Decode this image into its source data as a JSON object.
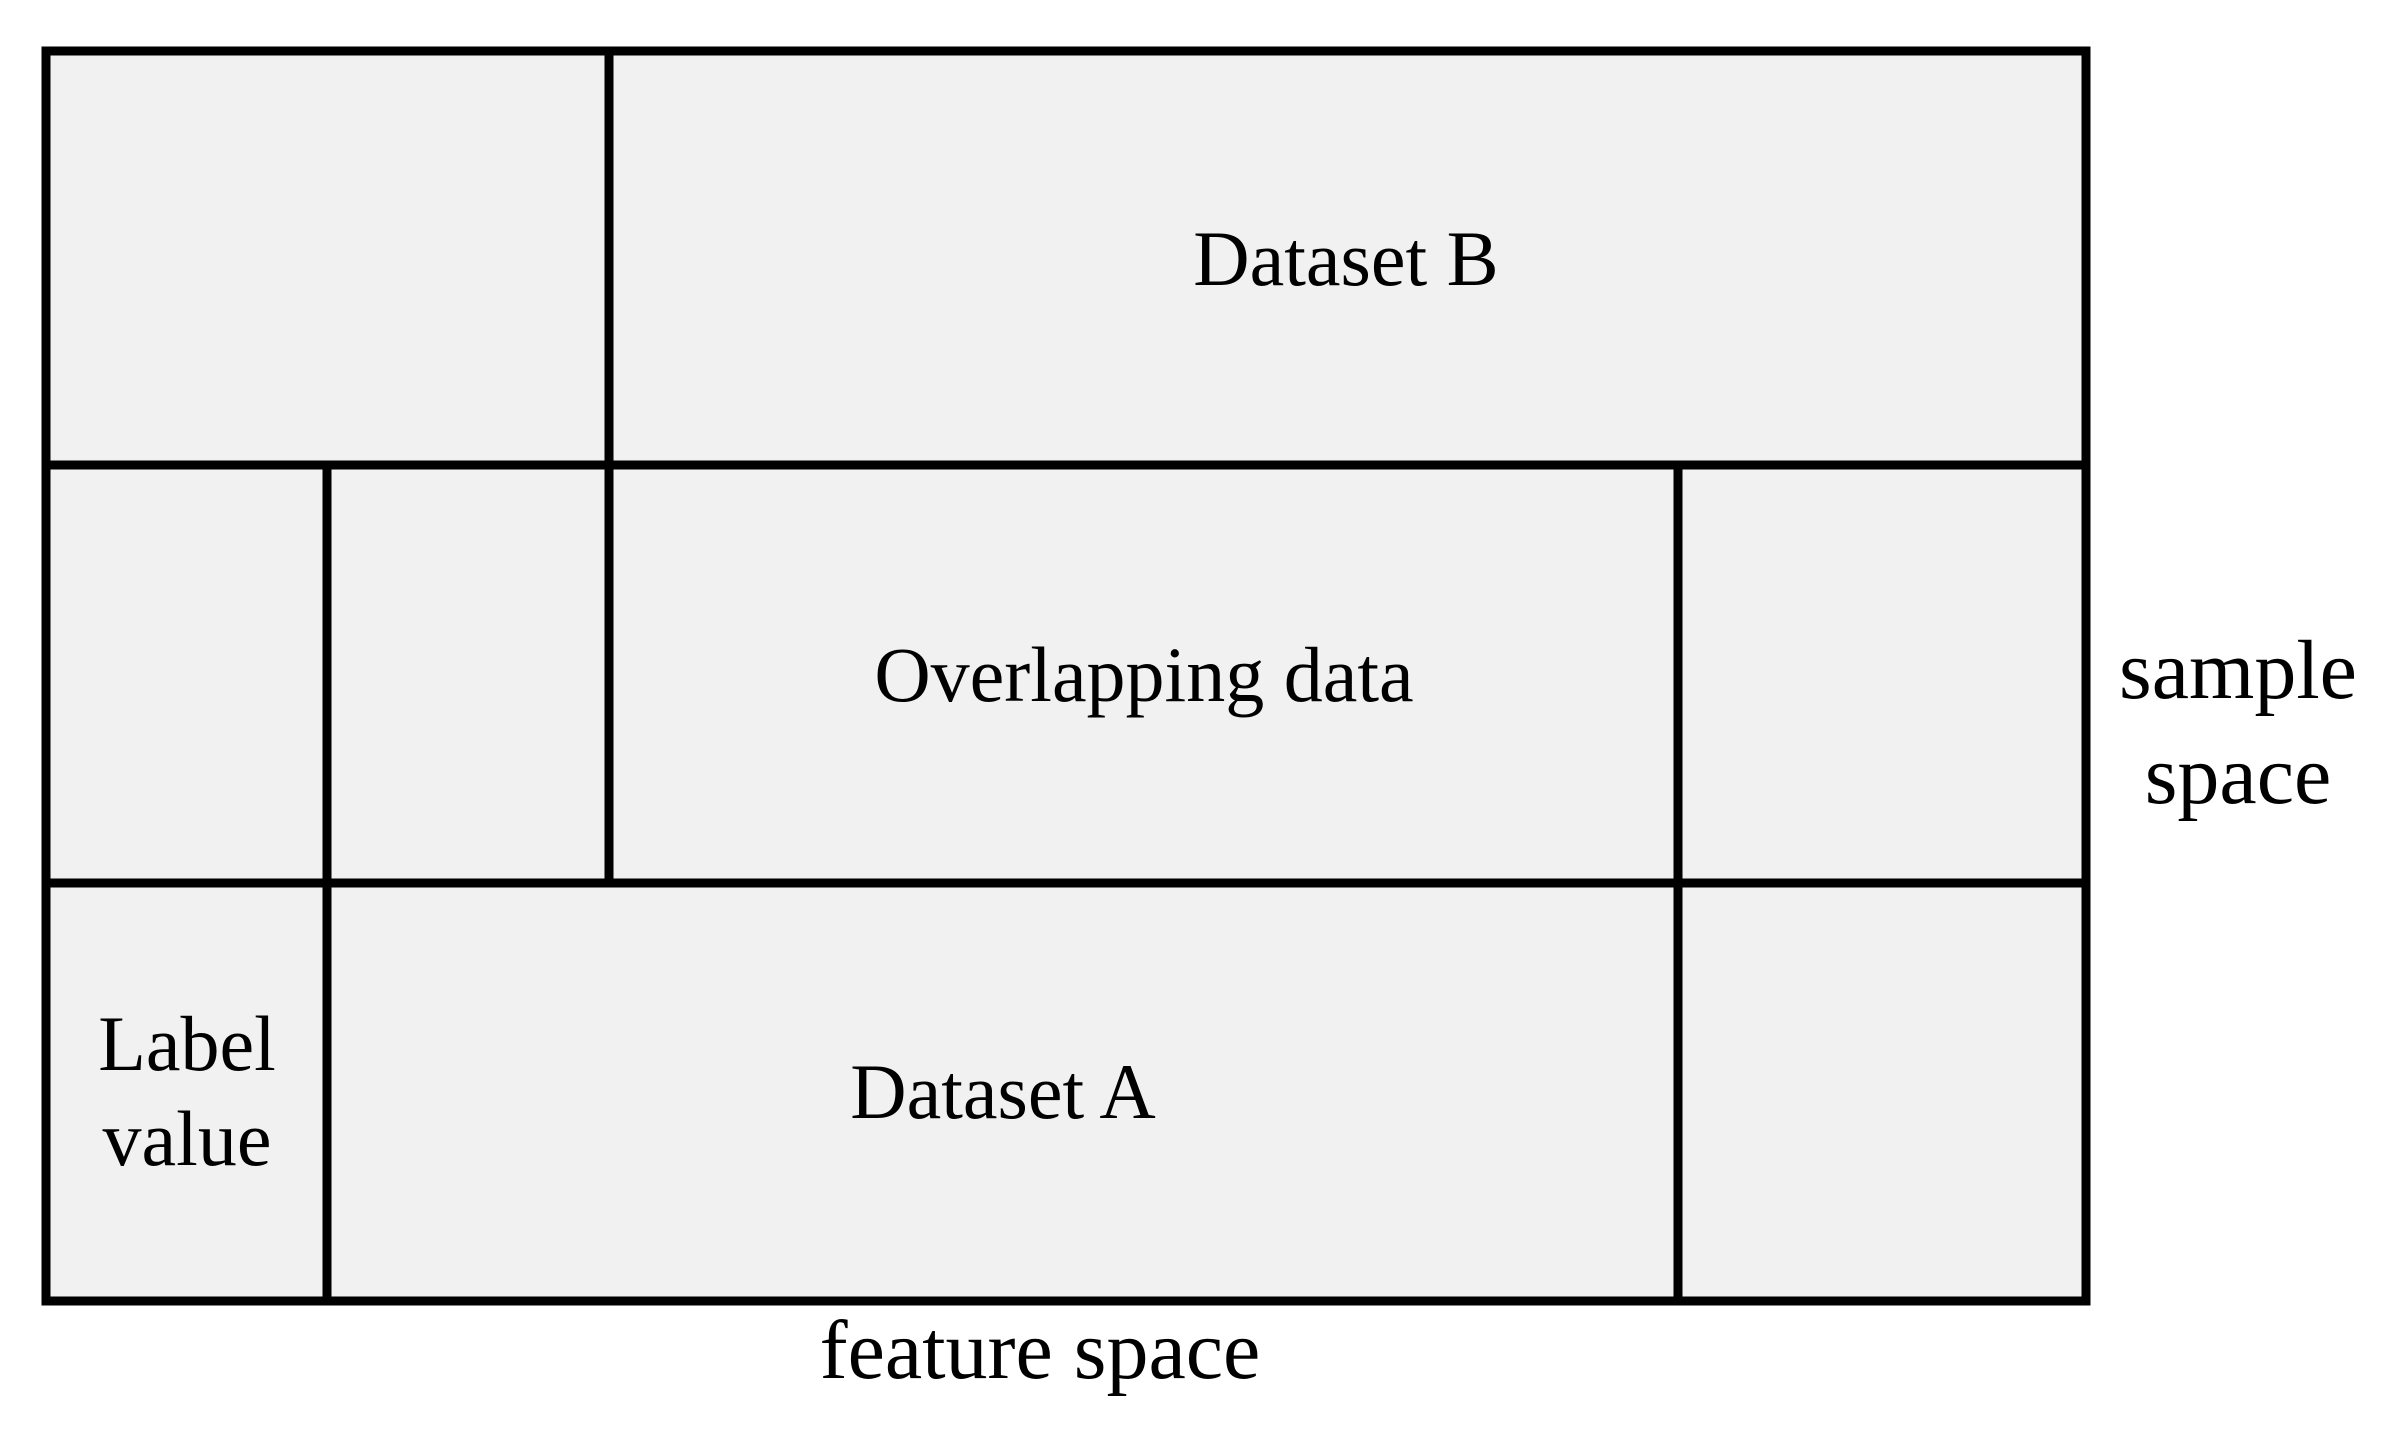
{
  "diagram": {
    "regions": {
      "dataset_b": "Dataset B",
      "overlapping": "Overlapping data",
      "dataset_a": "Dataset A",
      "label_line1": "Label",
      "label_line2": "value"
    },
    "axes": {
      "feature": "feature space",
      "sample_line1": "sample",
      "sample_line2": "space"
    },
    "colors": {
      "cell_fill": "#f1f1f1",
      "border": "#000000"
    }
  }
}
